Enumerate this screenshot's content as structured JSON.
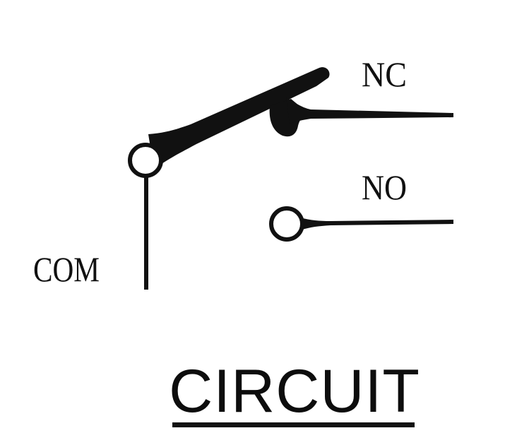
{
  "labels": {
    "nc": "NC",
    "no": "NO",
    "com": "COM"
  },
  "caption": "CIRCUIT",
  "colors": {
    "ink": "#111111",
    "background": "#ffffff"
  }
}
